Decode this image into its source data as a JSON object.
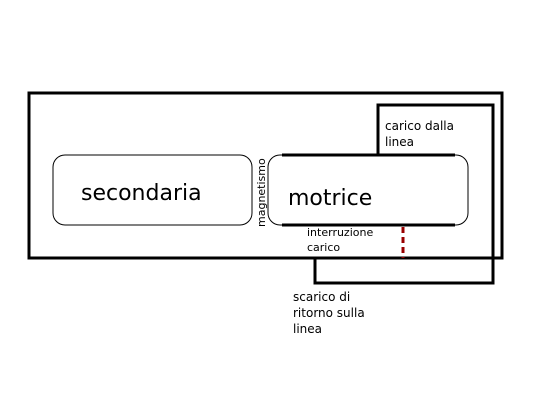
{
  "blocks": {
    "secondaria": "secondaria",
    "motrice": "motrice"
  },
  "labels": {
    "magnetismo": "magnetismo",
    "carico_line1": "carico dalla",
    "carico_line2": "linea",
    "interruzione_line1": "interruzione",
    "interruzione_line2": "carico",
    "scarico_line1": "scarico di",
    "scarico_line2": "ritorno sulla",
    "scarico_line3": "linea"
  },
  "colors": {
    "line": "#000000",
    "box_border": "#000000",
    "interruption": "#990000",
    "background": "#ffffff"
  }
}
